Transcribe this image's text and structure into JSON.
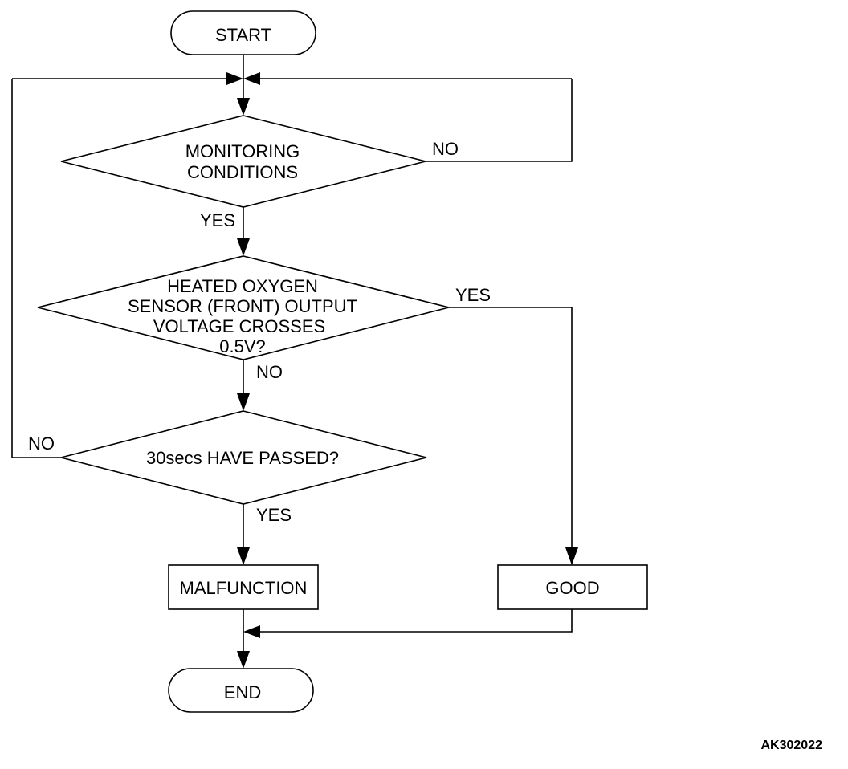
{
  "nodes": {
    "start": "START",
    "monitoring": [
      "MONITORING",
      "CONDITIONS"
    ],
    "sensor": [
      "HEATED OXYGEN",
      "SENSOR (FRONT) OUTPUT",
      "VOLTAGE CROSSES",
      "0.5V?"
    ],
    "passed": "30secs HAVE PASSED?",
    "malfunction": "MALFUNCTION",
    "good": "GOOD",
    "end": "END"
  },
  "edges": {
    "monitoring_no": "NO",
    "monitoring_yes": "YES",
    "sensor_yes": "YES",
    "sensor_no": "NO",
    "passed_no": "NO",
    "passed_yes": "YES"
  },
  "figure_code": "AK302022",
  "colors": {
    "line": "#000000",
    "background": "#ffffff"
  }
}
